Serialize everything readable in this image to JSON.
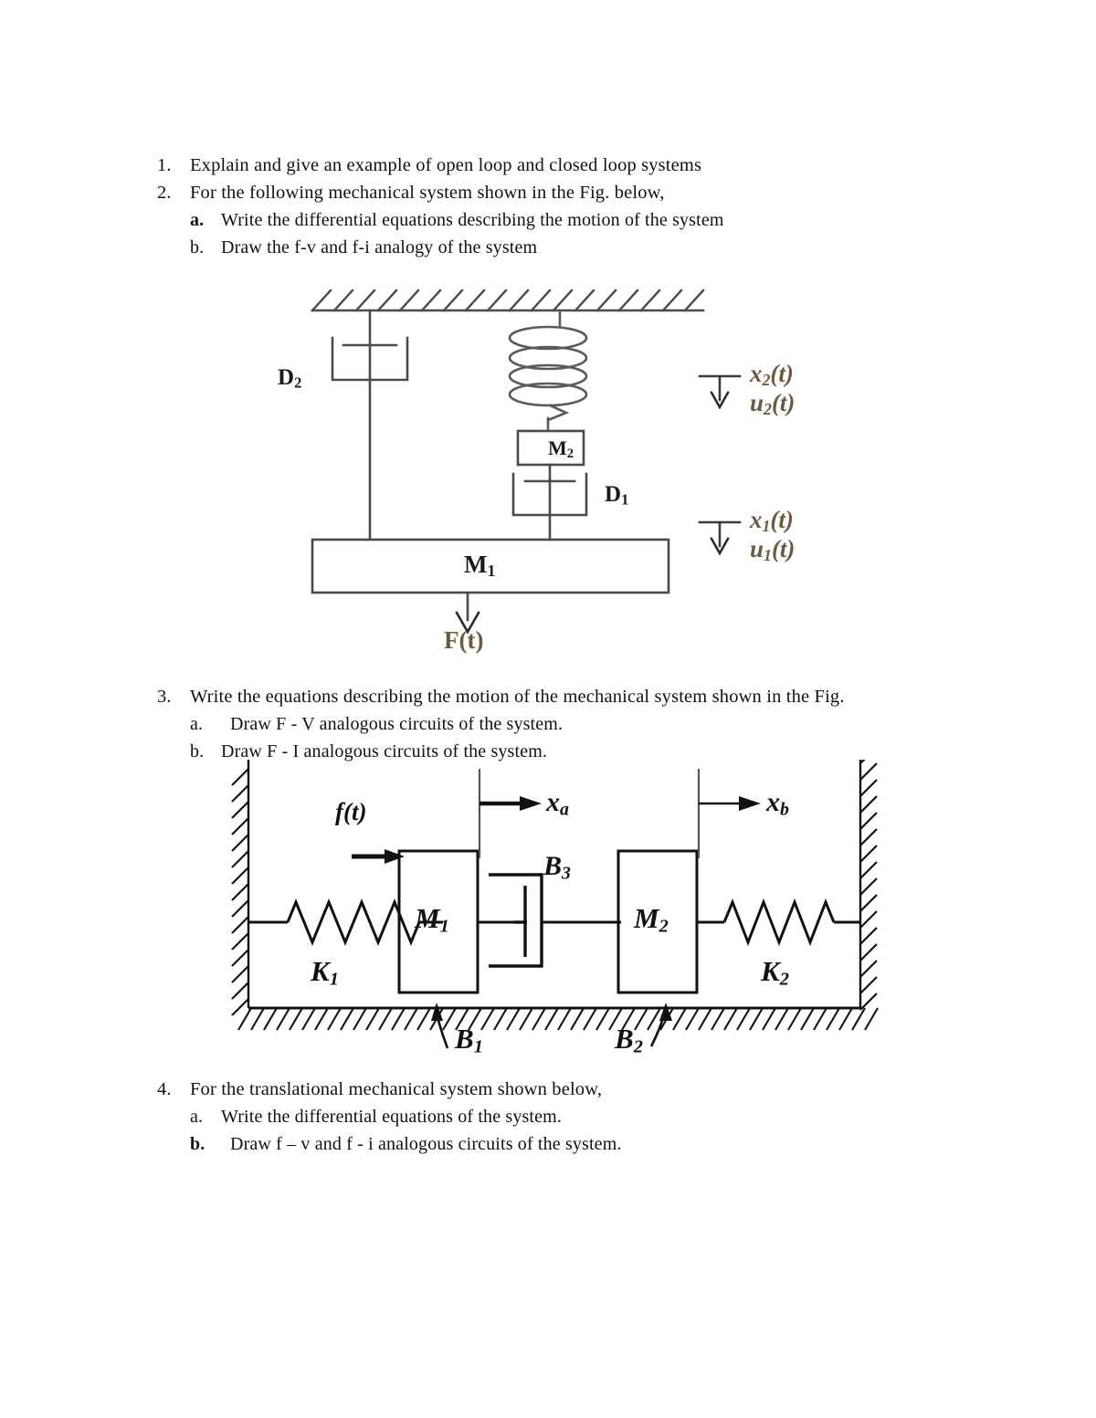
{
  "document": {
    "type": "assignment-worksheet",
    "background_color": "#ffffff",
    "text_color": "#111111",
    "figure_label_color": "#6b5a3e"
  },
  "questions": [
    {
      "number": "1.",
      "text": "Explain and give an example of open loop and closed loop systems",
      "subitems": []
    },
    {
      "number": "2.",
      "text": "For the following mechanical system shown in the Fig. below,",
      "subitems": [
        {
          "marker": "a.",
          "text": "Write the differential equations describing the motion of the system"
        },
        {
          "marker": "b.",
          "text": "Draw the f-v and f-i analogy of the system"
        }
      ]
    },
    {
      "number": "3.",
      "text": "Write the equations describing the motion of the mechanical system shown in the Fig.",
      "subitems": [
        {
          "marker": "a.",
          "text": "Draw F - V analogous circuits of the system."
        },
        {
          "marker": "b.",
          "text": "Draw F - I analogous circuits of the system."
        }
      ]
    },
    {
      "number": "4.",
      "text": "For the translational mechanical system shown below,",
      "subitems": [
        {
          "marker": "a.",
          "text": "Write the differential equations of the system."
        },
        {
          "marker": "b.",
          "text": "Draw f – v and f - i analogous circuits of the system."
        }
      ]
    }
  ],
  "figure1": {
    "caption": "Vertical two-mass translational mechanical system suspended from a fixed ceiling",
    "elements": {
      "ceiling": "hatched-fixed-support",
      "damper_left": "D",
      "damper_left_sub": "2",
      "spring_top": "helical-coil-spring",
      "mass_top": "M₂",
      "mass_top_base": "M",
      "mass_top_sub": "2",
      "damper_right": "D",
      "damper_right_sub": "1",
      "mass_bottom": "M₁",
      "mass_bottom_base": "M",
      "mass_bottom_sub": "1",
      "force": "F(t)"
    },
    "displacement_labels": [
      {
        "position": "upper",
        "line1_base": "x",
        "line1_sub": "2",
        "line1_tail": "(t)",
        "line2_base": "u",
        "line2_sub": "2",
        "line2_tail": "(t)"
      },
      {
        "position": "lower",
        "line1_base": "x",
        "line1_sub": "1",
        "line1_tail": "(t)",
        "line2_base": "u",
        "line2_sub": "1",
        "line2_tail": "(t)"
      }
    ]
  },
  "figure2": {
    "caption": "Horizontal two-mass translational mechanical system between two fixed walls",
    "labels": {
      "force": "f(t)",
      "disp_a_base": "x",
      "disp_a_sub": "a",
      "disp_b_base": "x",
      "disp_b_sub": "b",
      "mass1_base": "M",
      "mass1_sub": "1",
      "mass2_base": "M",
      "mass2_sub": "2",
      "spring1_base": "K",
      "spring1_sub": "1",
      "spring2_base": "K",
      "spring2_sub": "2",
      "damper_mid_base": "B",
      "damper_mid_sub": "3",
      "friction1_base": "B",
      "friction1_sub": "1",
      "friction2_base": "B",
      "friction2_sub": "2"
    }
  }
}
